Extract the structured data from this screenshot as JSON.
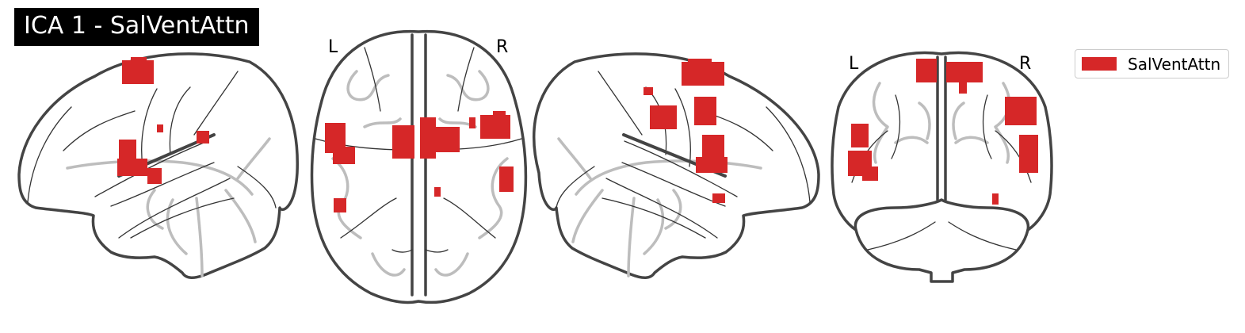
{
  "title": "ICA 1 - SalVentAttn",
  "views": {
    "axial": {
      "left_label": "L",
      "right_label": "R"
    },
    "coronal": {
      "left_label": "L",
      "right_label": "R"
    }
  },
  "legend": {
    "label": "SalVentAttn",
    "color": "#d62728"
  },
  "colors": {
    "activation": "#d62728",
    "brain_outline": "#444444",
    "deep_structure": "#bdbdbd",
    "title_background": "#000000",
    "title_text": "#ffffff"
  }
}
